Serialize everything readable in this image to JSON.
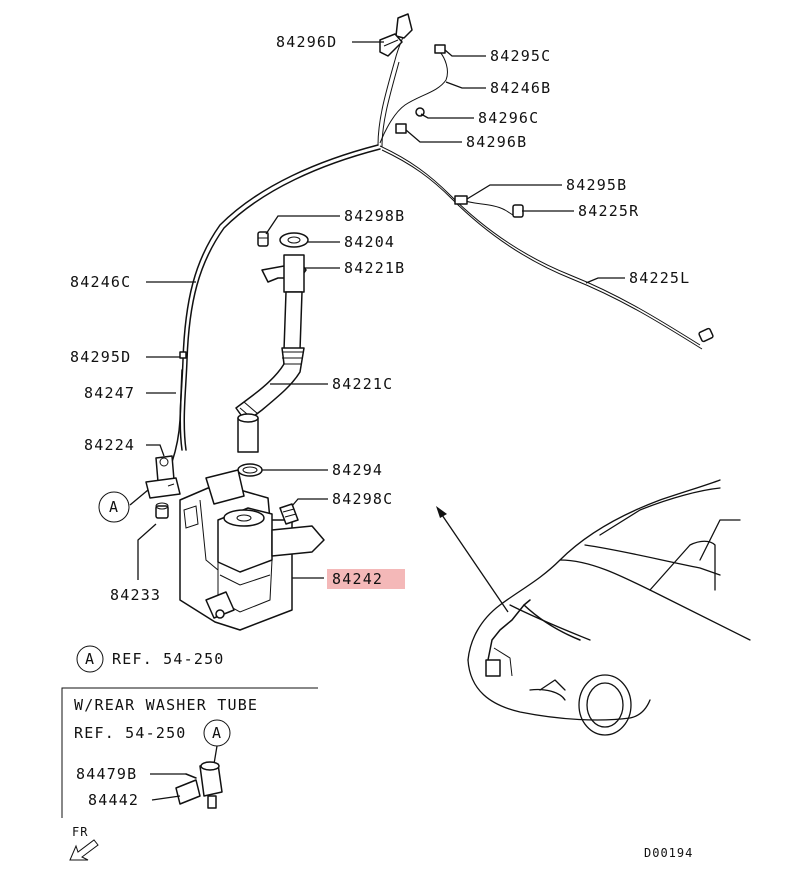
{
  "diagram": {
    "part_labels": {
      "p84296D": "84296D",
      "p84295C": "84295C",
      "p84246B": "84246B",
      "p84296C": "84296C",
      "p84296B": "84296B",
      "p84295B": "84295B",
      "p84225R": "84225R",
      "p84298B": "84298B",
      "p84204": "84204",
      "p84221B": "84221B",
      "p84225L": "84225L",
      "p84246C": "84246C",
      "p84295D": "84295D",
      "p84221C": "84221C",
      "p84247": "84247",
      "p84224": "84224",
      "p84294": "84294",
      "p84298C": "84298C",
      "p84242": "84242",
      "p84233": "84233"
    },
    "highlight_color": "#f4b8b8",
    "highlighted_part": "84242",
    "callout_letter": "A",
    "reference": "REF. 54-250",
    "inset": {
      "title": "W/REAR WASHER TUBE",
      "reference": "REF. 54-250",
      "labels": {
        "p84479B": "84479B",
        "p84442": "84442"
      }
    },
    "direction": "FR",
    "diagram_code": "D00194"
  }
}
